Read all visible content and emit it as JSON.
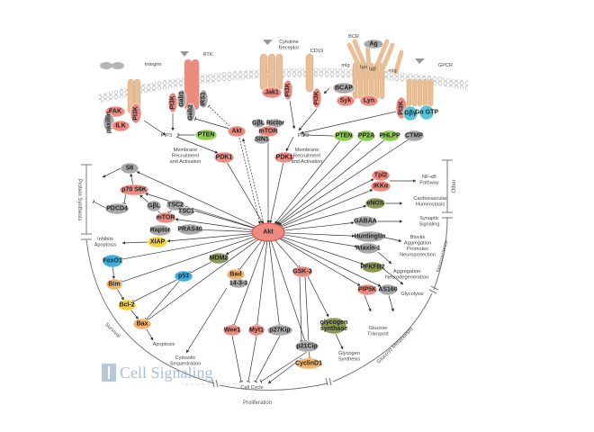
{
  "title": "Akt Signaling Pathway",
  "colors": {
    "red": "#ee8a80",
    "gray": "#a9a9a9",
    "green": "#8fce4a",
    "olive": "#8a9a55",
    "blue": "#3eb0df",
    "orange": "#f2b36b",
    "yellow": "#f5d23c",
    "cyan": "#56c3d6",
    "receptor": "#e8bf97",
    "rtk": "#ee8a80",
    "arrow": "#333333",
    "arc": "#666666"
  },
  "receptors": {
    "integrin": "Integrin",
    "rtk": "RTK",
    "cytokine": "Cytokine Receptor",
    "cd19": "CD19",
    "bcr": "BCR",
    "gpcr": "GPCR",
    "mig1": "mIg",
    "mig2": "mIg",
    "iga": "Igα",
    "igb": "Igβ"
  },
  "nodes": [
    {
      "id": "fak",
      "label": "FAK",
      "color": "red"
    },
    {
      "id": "paxillin",
      "label": "paxillin",
      "color": "gray"
    },
    {
      "id": "ilk",
      "label": "ILK",
      "color": "red"
    },
    {
      "id": "pi3k_int",
      "label": "PI3K",
      "color": "red"
    },
    {
      "id": "pi3k_rtk",
      "label": "PI3K",
      "color": "red"
    },
    {
      "id": "gab1",
      "label": "Gab1",
      "color": "gray"
    },
    {
      "id": "gab2",
      "label": "Gab2",
      "color": "gray"
    },
    {
      "id": "irs1",
      "label": "IRS1",
      "color": "gray"
    },
    {
      "id": "jak1",
      "label": "Jak1",
      "color": "red"
    },
    {
      "id": "pi3k_cyt",
      "label": "PI3K",
      "color": "red"
    },
    {
      "id": "pi3k_cd19",
      "label": "PI3K",
      "color": "red"
    },
    {
      "id": "bcap",
      "label": "BCAP",
      "color": "gray"
    },
    {
      "id": "syk",
      "label": "Syk",
      "color": "red"
    },
    {
      "id": "lyn",
      "label": "Lyn",
      "color": "red"
    },
    {
      "id": "ag",
      "label": "Ag",
      "color": "gray"
    },
    {
      "id": "pi3k_gpcr",
      "label": "PI3K",
      "color": "red"
    },
    {
      "id": "gbg",
      "label": "Gβγ",
      "color": "cyan"
    },
    {
      "id": "gagtp",
      "label": "Gα GTP",
      "color": "cyan"
    },
    {
      "id": "pten1",
      "label": "PTEN",
      "color": "green"
    },
    {
      "id": "akt_top",
      "label": "Akt",
      "color": "red"
    },
    {
      "id": "gbl_top",
      "label": "GβL",
      "color": "gray"
    },
    {
      "id": "rictor",
      "label": "Rictor",
      "color": "gray"
    },
    {
      "id": "mtor_top",
      "label": "mTOR",
      "color": "red"
    },
    {
      "id": "sin1",
      "label": "SIN1",
      "color": "gray"
    },
    {
      "id": "pdk1_l",
      "label": "PDK1",
      "color": "red"
    },
    {
      "id": "pdk1_r",
      "label": "PDK1",
      "color": "red"
    },
    {
      "id": "pten2",
      "label": "PTEN",
      "color": "green"
    },
    {
      "id": "pp2a",
      "label": "PP2A",
      "color": "green"
    },
    {
      "id": "phlpp",
      "label": "PHLPP",
      "color": "green"
    },
    {
      "id": "ctmp",
      "label": "CTMP",
      "color": "gray"
    },
    {
      "id": "akt",
      "label": "Akt",
      "color": "red"
    },
    {
      "id": "s6",
      "label": "S6",
      "color": "gray"
    },
    {
      "id": "p70s6k",
      "label": "p70 S6K",
      "color": "red"
    },
    {
      "id": "pdcd4",
      "label": "PDCD4",
      "color": "gray"
    },
    {
      "id": "gbl",
      "label": "GβL",
      "color": "gray"
    },
    {
      "id": "mtor",
      "label": "mTOR",
      "color": "red"
    },
    {
      "id": "raptor",
      "label": "Raptor",
      "color": "gray"
    },
    {
      "id": "tsc2",
      "label": "TSC2",
      "color": "gray"
    },
    {
      "id": "tsc1",
      "label": "TSC1",
      "color": "gray"
    },
    {
      "id": "pras40",
      "label": "PRAS40",
      "color": "gray"
    },
    {
      "id": "xiap",
      "label": "XIAP",
      "color": "yellow"
    },
    {
      "id": "foxo1",
      "label": "FoxO1",
      "color": "blue"
    },
    {
      "id": "bim",
      "label": "Bim",
      "color": "orange"
    },
    {
      "id": "bcl2",
      "label": "Bcl-2",
      "color": "yellow"
    },
    {
      "id": "bax",
      "label": "Bax",
      "color": "orange"
    },
    {
      "id": "p53",
      "label": "p53",
      "color": "blue"
    },
    {
      "id": "mdm2",
      "label": "MDM2",
      "color": "olive"
    },
    {
      "id": "bad",
      "label": "Bad",
      "color": "orange"
    },
    {
      "id": "1433",
      "label": "14-3-3",
      "color": "gray"
    },
    {
      "id": "wee1",
      "label": "Wee1",
      "color": "red"
    },
    {
      "id": "myt1",
      "label": "Myt1",
      "color": "red"
    },
    {
      "id": "p27kip",
      "label": "p27Kip",
      "color": "gray"
    },
    {
      "id": "p21cip",
      "label": "p21Cip",
      "color": "gray"
    },
    {
      "id": "cyclind1",
      "label": "CyclinD1",
      "color": "orange"
    },
    {
      "id": "gsk3",
      "label": "GSK-3",
      "color": "red"
    },
    {
      "id": "glycogen_synthase",
      "label": "glycogen synthase",
      "color": "olive"
    },
    {
      "id": "pip5k",
      "label": "PIP5K",
      "color": "red"
    },
    {
      "id": "as160",
      "label": "AS160",
      "color": "gray"
    },
    {
      "id": "pfkfb2",
      "label": "PFKFB2",
      "color": "olive"
    },
    {
      "id": "ataxin1",
      "label": "Ataxin-1",
      "color": "gray"
    },
    {
      "id": "huntingtin",
      "label": "Huntingtin",
      "color": "gray"
    },
    {
      "id": "gabaa",
      "label": "GABAA",
      "color": "gray"
    },
    {
      "id": "enos",
      "label": "eNOS",
      "color": "olive"
    },
    {
      "id": "ikka",
      "label": "IKKα",
      "color": "red"
    },
    {
      "id": "tpl2",
      "label": "Tpl2",
      "color": "red"
    }
  ],
  "labels": {
    "pip3_l": "PIP3",
    "pip3_r": "PIP3",
    "membrane_l": [
      "Membrane",
      "Recruitment",
      "and Activation"
    ],
    "membrane_r": [
      "Membrane",
      "Recruitment",
      "and Activation"
    ],
    "nfkb": [
      "NF-κB",
      "Pathway"
    ],
    "cardio": [
      "Cardiovascular",
      "Homeostasis"
    ],
    "synaptic": [
      "Synaptic",
      "Signaling"
    ],
    "blocks": [
      "Blocks",
      "Aggregation",
      "Promotes",
      "Neuroprotection"
    ],
    "aggregation": [
      "Aggregation",
      "Neurodegeneration"
    ],
    "glycolysis": [
      "Glycolysis"
    ],
    "glucose_transport": [
      "Glucose",
      "Transport"
    ],
    "glycogen_synthesis": [
      "Glycogen",
      "Synthesis"
    ],
    "cell_cycle": [
      "Cell Cycle"
    ],
    "cytosolic": [
      "Cytosolic",
      "Sequestration"
    ],
    "apoptosis": [
      "Apoptosis"
    ],
    "inhibits_apoptosis": [
      "Inhibits",
      "Apoptosis"
    ]
  },
  "categories": {
    "protein_synthesis": "Protein Synthesis",
    "survival": "Survival",
    "proliferation": "Proliferation",
    "glucose_metabolism": "Glucose Metabolism",
    "neuroscience": "Neuroscience",
    "other": "Other"
  },
  "logo": {
    "name": "Cell Signaling",
    "sub": "TECHNOLOGY®"
  }
}
